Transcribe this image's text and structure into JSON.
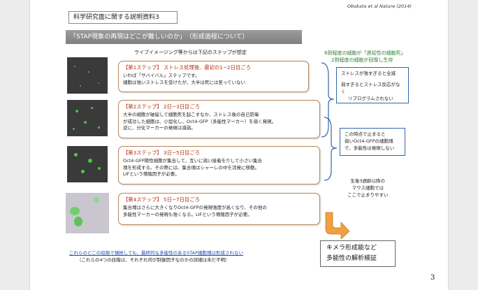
{
  "header": {
    "title": "科学研究面に関する説明資料3",
    "citation": "Obokata et al Nature (2014)"
  },
  "subtitle": "「STAP現象の再現はどこが難しいのか」　（形成過程について）",
  "intro": "ライブイメージング等からは下記のステップが想定",
  "legend": {
    "line1": "8割程度の細胞が「遅延性の細胞死」",
    "line2": "2割程度の細胞が回復し生存",
    "color": "#2e7d32"
  },
  "steps": [
    {
      "heading": "【第1ステップ】 ストレス処理後、最初の1−2日目ごろ",
      "lines": [
        "いわば「サバイバル」ステップです。",
        "細胞は強いストレスを受けたが、大半は死には至っていない"
      ]
    },
    {
      "heading": "【第2ステップ】 2日−3日目ごろ",
      "lines": [
        "大半の細胞が破綻して細胞死を起こすなか、ストレス後の自己防衛",
        "が成功した細胞は、小型化し、Oct4-GFP（多能性マーカー）を弱く発現。",
        "逆に、分化マーカーの発現は減弱。"
      ]
    },
    {
      "heading": "【第3ステップ】 3日−5日目ごろ",
      "lines": [
        "Oct4-GFP陽性細胞が集合して、互いに弱い接着を介して小さい集合",
        "塊を形成する。その際には、集合塊はシャーレの中を活発に移動。",
        "LIFという増殖因子が必要。"
      ]
    },
    {
      "heading": "【第4ステップ】 5日−7日目ごろ",
      "lines": [
        "集合塊はさらに大きくなりOct4-GFPの発現強度が高くなり、その他の",
        "多能性マーカーの発現も強くなる。LIFという増殖因子が必要。"
      ]
    }
  ],
  "right_boxes": [
    {
      "lines": [
        "ストレスが強すぎると全滅",
        "",
        "弱すぎるとストレス反応がなく",
        "リプログラムされない"
      ]
    },
    {
      "lines": [
        "この時点で止まると",
        "弱いOct4-GFPの細胞塊",
        "で、多能性は発現しない"
      ]
    }
  ],
  "mouse_note": [
    "生後3週齢以降の",
    "マウス細胞では",
    "ここで止まりやすい"
  ],
  "bottom_notes": {
    "line1": "これらのどこの段階で頓挫しても、最終的な多能性のあるSTAP細胞塊は形成されない",
    "line2": "（これらの4つの段階は、それぞれ何が制御因子なのかの詳細は未だ不明）"
  },
  "chimera": {
    "line1": "キメラ形成能など",
    "line2": "多能性の解析検証"
  },
  "page_number": "3",
  "colors": {
    "step_heading": "#b83010",
    "step_border": "#b5875a",
    "right_border": "#3366a6",
    "arrow": "#f0a040",
    "link_blue": "#1f4eb0"
  }
}
